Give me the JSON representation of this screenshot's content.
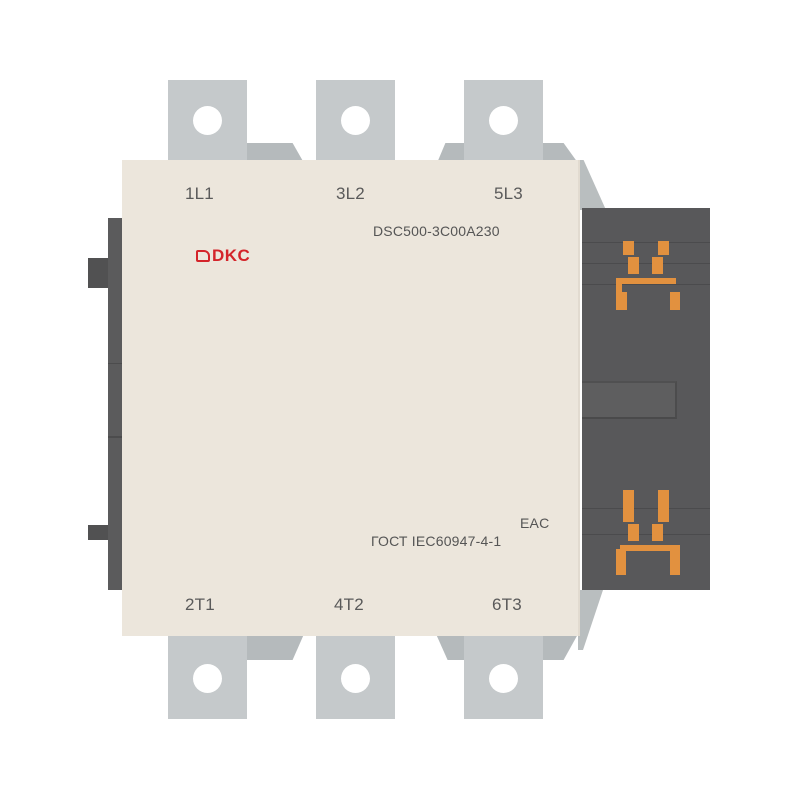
{
  "product": {
    "brand": "DKC",
    "model": "DSC500-3C00A230",
    "certification": "EAC",
    "standard": "ГОСТ IEC60947-4-1"
  },
  "terminals": {
    "line": [
      {
        "label": "1L1"
      },
      {
        "label": "3L2"
      },
      {
        "label": "5L3"
      }
    ],
    "load": [
      {
        "label": "2T1"
      },
      {
        "label": "4T2"
      },
      {
        "label": "6T3"
      }
    ]
  },
  "colors": {
    "body": "#ece6dc",
    "terminal": "#c5c9cb",
    "housing": "#58585a",
    "aux_contact": "#e2913f",
    "logo": "#d4242a",
    "text": "#5a5a5a"
  },
  "icons": {
    "aux_contact_top": "normally-open-contact-icon",
    "aux_contact_bottom": "normally-closed-contact-icon",
    "logo_mark": "dkc-logo-icon"
  }
}
